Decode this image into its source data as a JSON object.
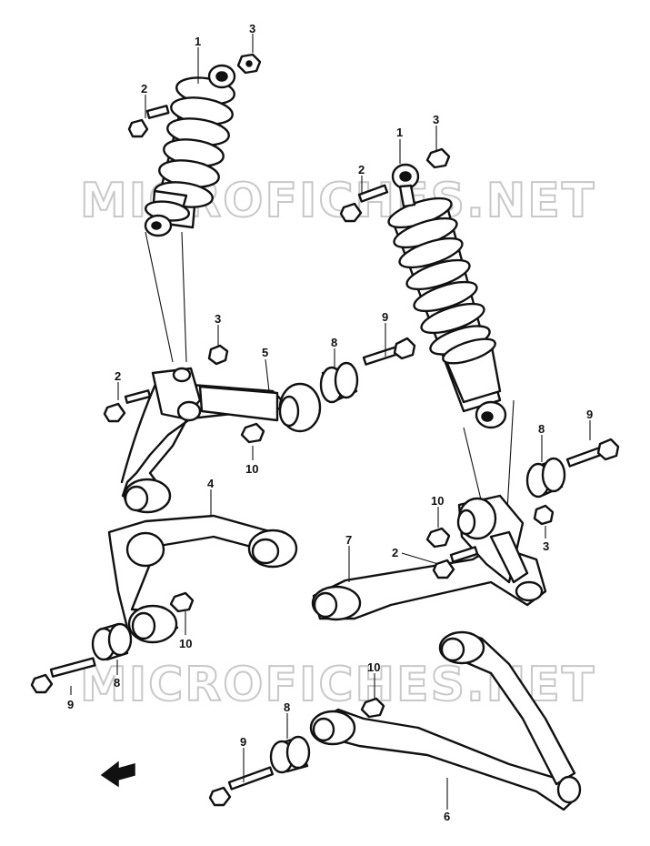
{
  "watermark": {
    "text_top": "MICROFICHES.NET",
    "text_bottom": "MICROFICHES.NET"
  },
  "callouts": {
    "left_shock": "1",
    "left_shock_nut": "3",
    "left_shock_top_bolt": "2",
    "left_lower_nut": "3",
    "left_lower_bolt": "2",
    "left_arm": "5",
    "left_bushing": "8",
    "left_bolt": "9",
    "left_arm_nut": "10",
    "middle_arm": "4",
    "middle_nut": "10",
    "middle_bushing": "8",
    "middle_bolt": "9",
    "right_shock": "1",
    "right_shock_nut": "3",
    "right_shock_top_bolt": "2",
    "right_bolt": "9",
    "right_bushing": "8",
    "right_nut_upper": "10",
    "right_lower_nut": "3",
    "right_lower_bolt": "2",
    "right_arm": "7",
    "bottom_nut": "10",
    "bottom_bushing": "8",
    "bottom_bolt": "9",
    "bottom_arm": "6"
  },
  "icons": {
    "front_direction": "front-arrow-icon"
  },
  "colors": {
    "ink": "#111111",
    "watermark": "#c8c8c8",
    "background": "#ffffff"
  }
}
